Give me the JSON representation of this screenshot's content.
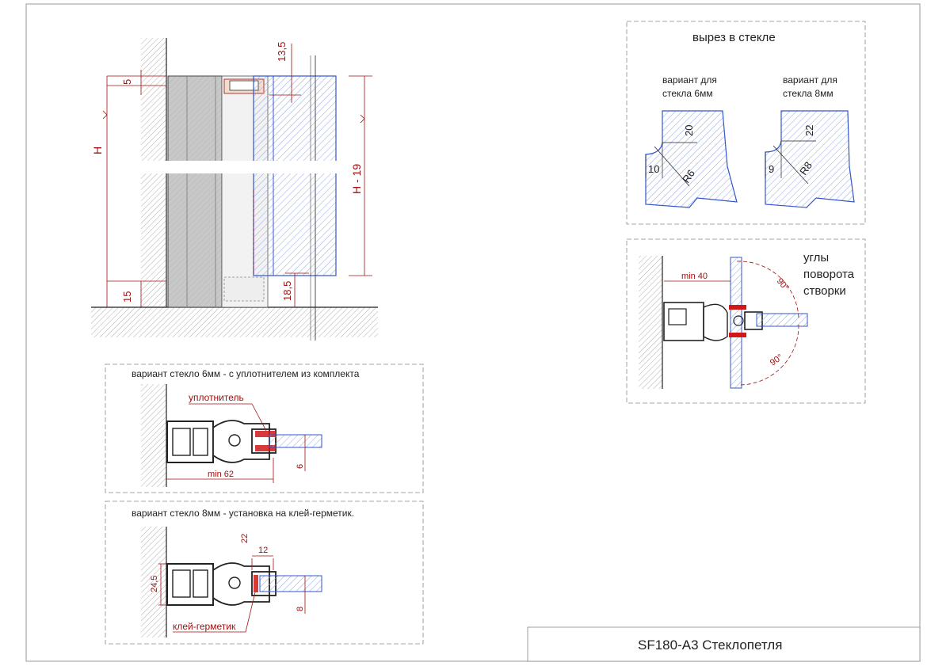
{
  "title_block": {
    "title": "SF180-A3 Стеклопетля"
  },
  "elevation": {
    "dim_13_5": "13,5",
    "dim_5": "5",
    "dim_H": "H",
    "dim_H_minus_19": "H - 19",
    "dim_15": "15",
    "dim_18_5": "18,5"
  },
  "glass_cutout": {
    "heading": "вырез в стекле",
    "variant_6mm": {
      "label_line1": "вариант для",
      "label_line2": "стекла 6мм",
      "dim_depth": "20",
      "dim_width": "10",
      "dim_radius": "R6"
    },
    "variant_8mm": {
      "label_line1": "вариант для",
      "label_line2": "стекла 8мм",
      "dim_depth": "22",
      "dim_width": "9",
      "dim_radius": "R8"
    }
  },
  "rotation": {
    "label_line1": "углы",
    "label_line2": "поворота",
    "label_line3": "створки",
    "dim_min": "min 40",
    "angle_top": "90°",
    "angle_bottom": "90°"
  },
  "section_6mm": {
    "heading": "вариант стекло 6мм - с уплотнителем из комплекта",
    "seal_label": "уплотнитель",
    "dim_min": "min 62",
    "dim_thickness": "6"
  },
  "section_8mm": {
    "heading": "вариант стекло 8мм - установка на клей-герметик.",
    "sealant_label": "клей-герметик",
    "dim_22": "22",
    "dim_12": "12",
    "dim_24_5": "24,5",
    "dim_thickness": "8"
  },
  "colors": {
    "line": "#222222",
    "dimension_red": "#a01010",
    "glass_blue": "#3355cc",
    "hatch_blue": "#8fa6e0",
    "gray_fill": "#c8c8c8",
    "seal_red": "#d01818"
  }
}
